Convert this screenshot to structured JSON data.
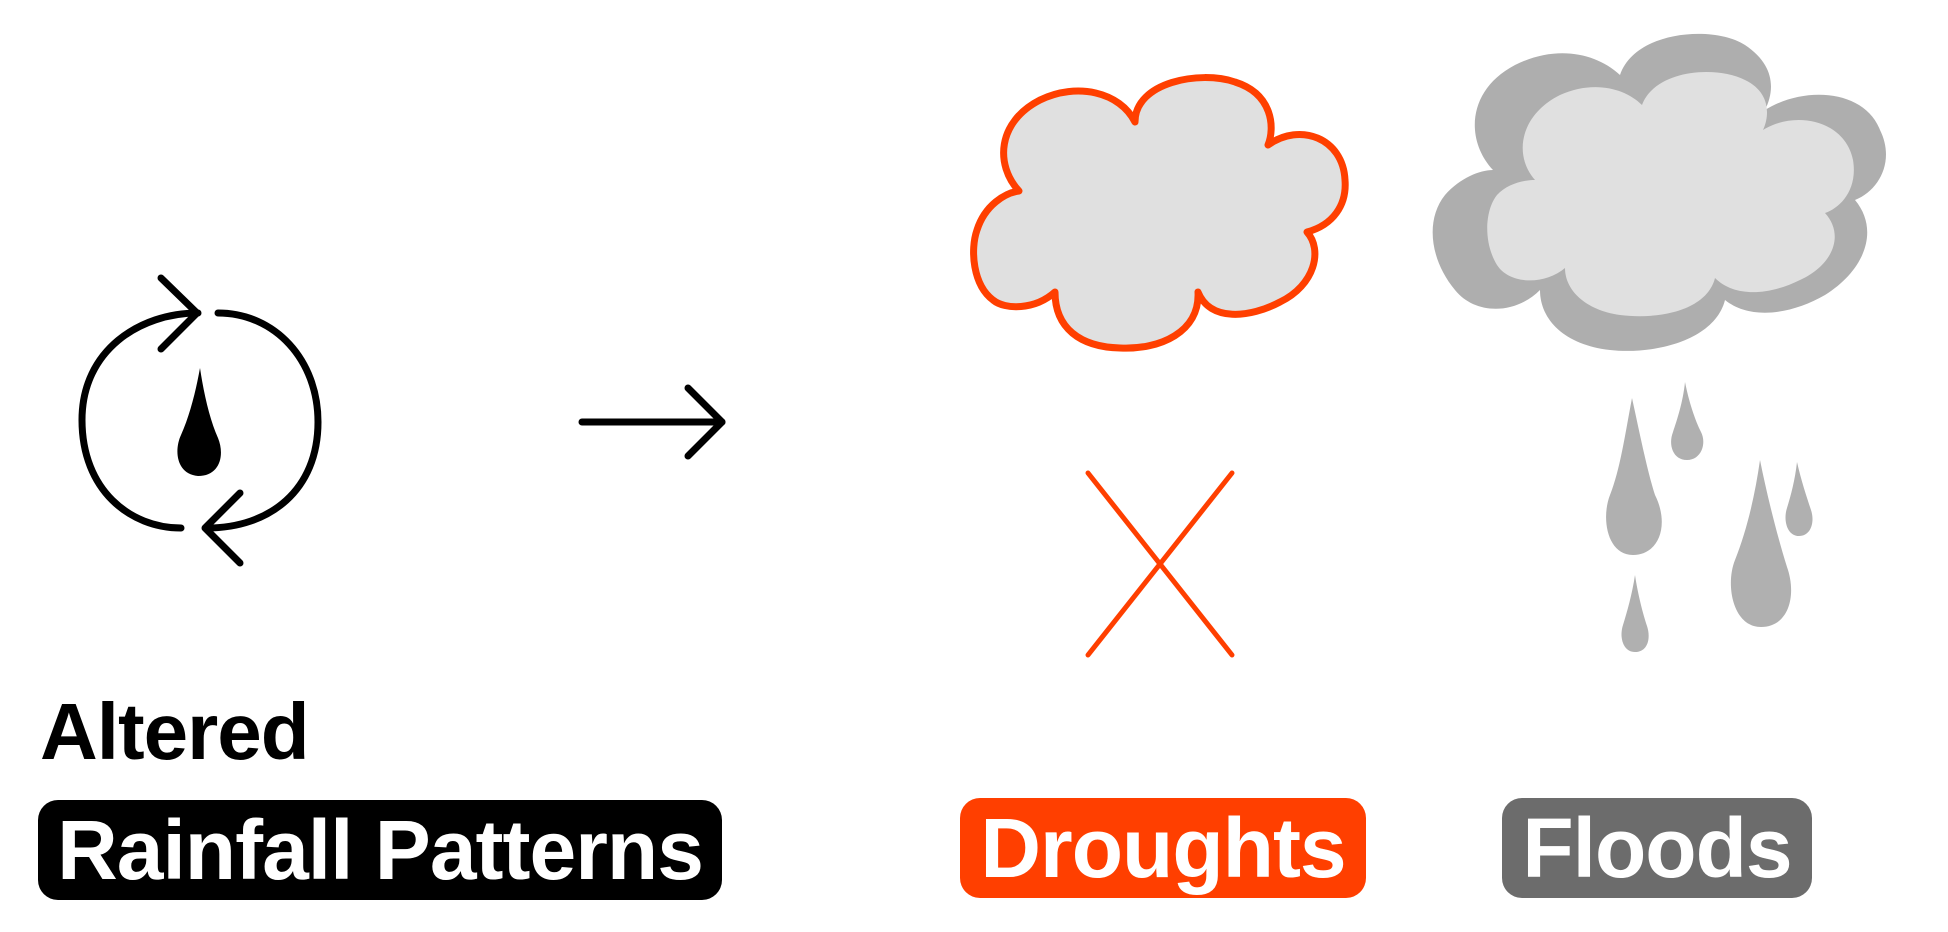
{
  "labels": {
    "altered": "Altered",
    "rainfall_patterns": "Rainfall Patterns",
    "droughts": "Droughts",
    "floods": "Floods"
  },
  "icons": {
    "cycle": "rainfall-cycle-icon",
    "arrow": "right-arrow-icon",
    "drought_cloud": "drought-cloud-icon",
    "cross": "no-rain-cross-icon",
    "flood_cloud": "rain-cloud-icon"
  },
  "colors": {
    "black": "#000000",
    "orange": "#ff3f00",
    "gray_pill": "#6c6c6c",
    "cloud_light": "#e0e0e0",
    "cloud_dark": "#aeaeae",
    "drop_gray": "#b0b0b0"
  }
}
